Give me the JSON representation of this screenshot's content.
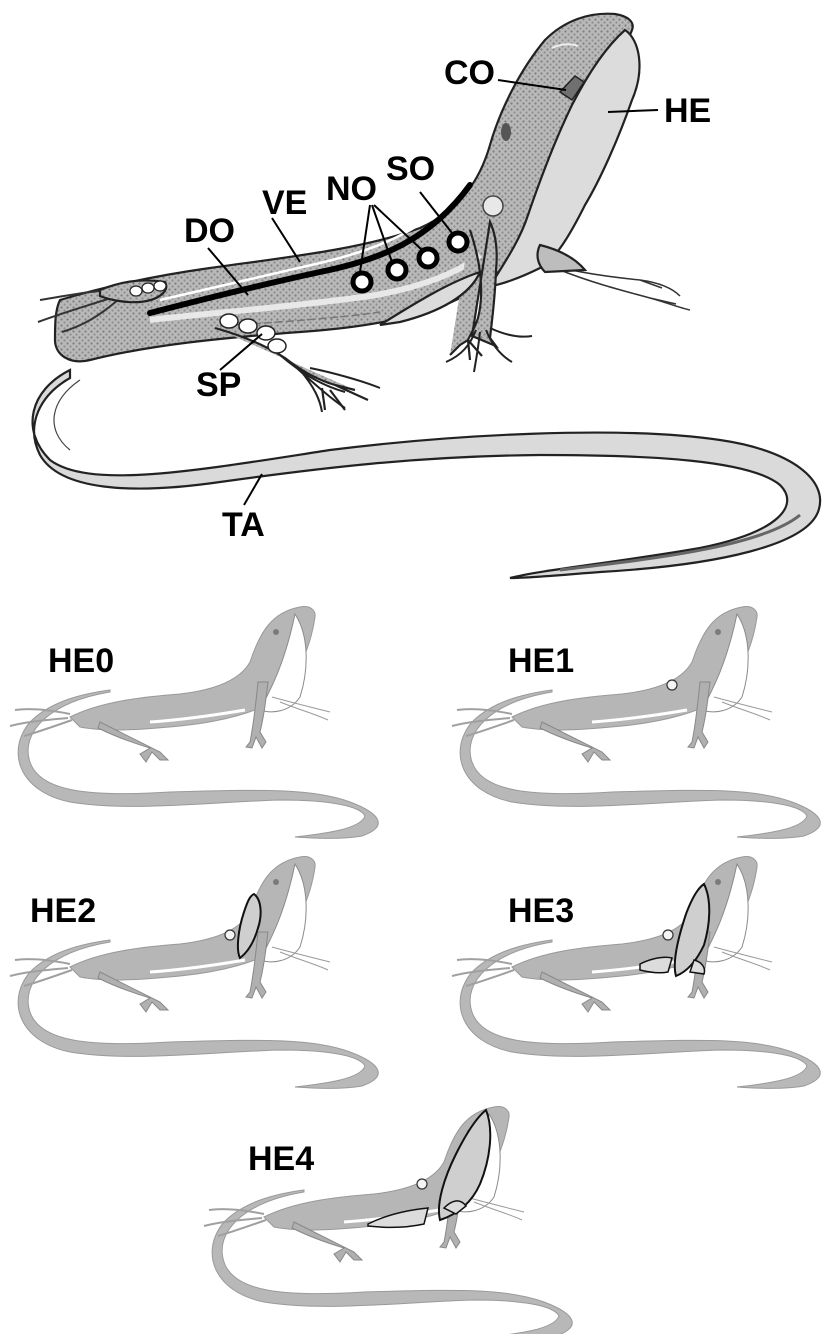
{
  "main_figure": {
    "labels": {
      "co": "CO",
      "he": "HE",
      "no": "NO",
      "so": "SO",
      "do": "DO",
      "ve": "VE",
      "sp": "SP",
      "ta": "TA"
    }
  },
  "panels": [
    {
      "label": "HE0",
      "patch_level": 0
    },
    {
      "label": "HE1",
      "patch_level": 1
    },
    {
      "label": "HE2",
      "patch_level": 2
    },
    {
      "label": "HE3",
      "patch_level": 3
    },
    {
      "label": "HE4",
      "patch_level": 4
    }
  ],
  "colors": {
    "body_fill": "#bdbdbd",
    "body_pattern_dark": "#8a8a8a",
    "light_fill": "#dcdcdc",
    "small_body": "#b8b8b8",
    "outline": "#222222"
  }
}
